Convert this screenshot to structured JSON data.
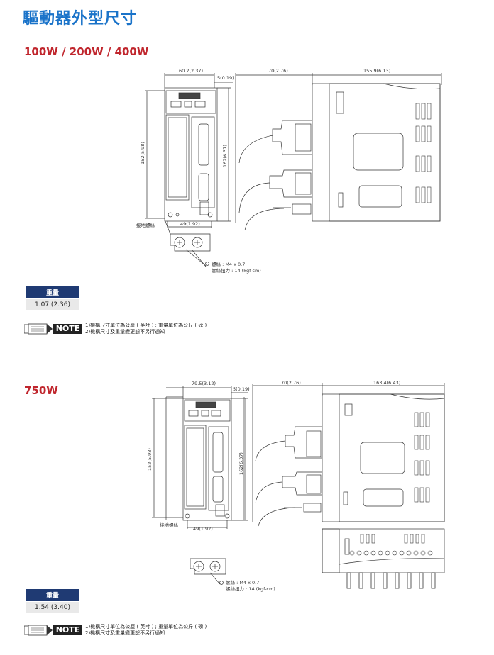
{
  "page": {
    "title": "驅動器外型尺寸"
  },
  "sections": [
    {
      "label": "100W / 200W / 400W",
      "dims": {
        "front_width": "60.2(2.37)",
        "front_offset": "5(0.19)",
        "height_left": "152(5.98)",
        "height_right": "162(6.37)",
        "bottom_width": "49(1.92)",
        "side_depth1": "70(2.76)",
        "side_depth2": "155.9(6.13)",
        "ground_label": "接地螺絲",
        "screw_spec": "螺絲 : M4 x 0.7",
        "screw_torque": "螺絲扭力 : 14 (kgf-cm)"
      },
      "weight": {
        "header": "重量",
        "value": "1.07 (2.36)"
      },
      "note": {
        "label": "NOTE",
        "lines": [
          "1)機構尺寸單位為公厘 ( 英吋 ) ; 重量單位為公斤 ( 磅 )",
          "2)機構尺寸及重量變更恕不另行通知"
        ]
      }
    },
    {
      "label": "750W",
      "dims": {
        "front_width": "79.5(3.12)",
        "front_offset": "5(0.19)",
        "height_left": "152(5.98)",
        "height_right": "162(6.37)",
        "bottom_width": "49(1.92)",
        "side_depth1": "70(2.76)",
        "side_depth2": "163.4(6.43)",
        "ground_label": "接地螺絲",
        "screw_spec": "螺絲 : M4 x 0.7",
        "screw_torque": "螺絲扭力 : 14 (kgf-cm)"
      },
      "weight": {
        "header": "重量",
        "value": "1.54 (3.40)"
      },
      "note": {
        "label": "NOTE",
        "lines": [
          "1)機構尺寸單位為公厘 ( 英吋 ) ; 重量單位為公斤 ( 磅 )",
          "2)機構尺寸及重量變更恕不另行通知"
        ]
      }
    }
  ]
}
